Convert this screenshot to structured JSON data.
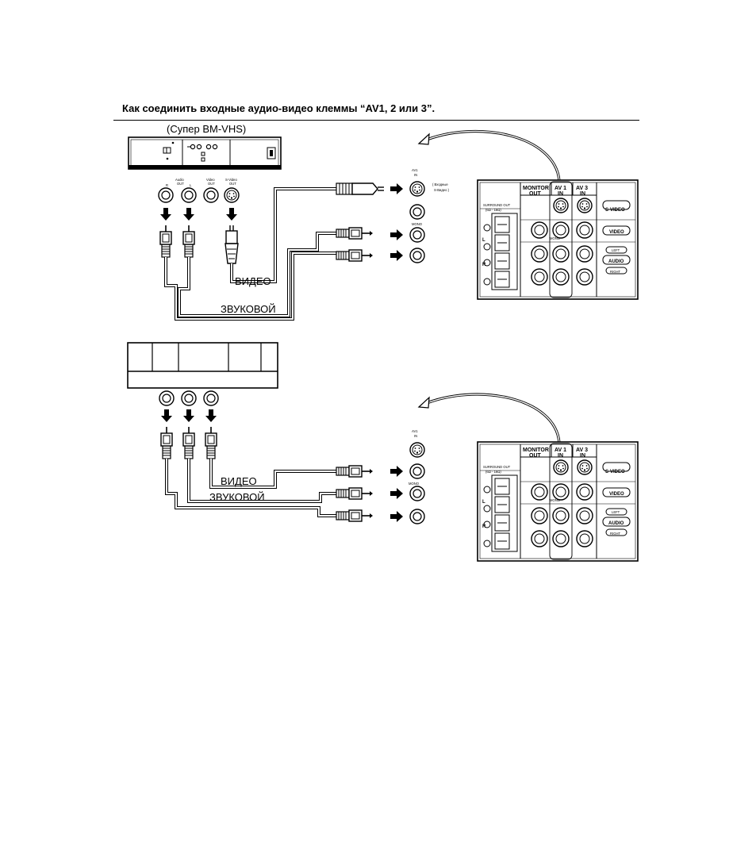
{
  "title": "Как соединить входные аудио-видео клеммы “AV1, 2 или 3”.",
  "diagram1": {
    "device_label": "(Супер ВМ-VHS)",
    "jack_labels": {
      "audio_out": "Audio\nOUT",
      "r": "R",
      "l": "L",
      "video_out": "Video\nOUT",
      "svideo_out": "S-Video\nOUT"
    },
    "cable_video": "ВИДЕО",
    "cable_audio": "ЗВУКОВОЙ",
    "av1_in": "AV1\nIN",
    "svideo_note": "( Входные\n  S-Видео )",
    "mono": "MONO"
  },
  "diagram2": {
    "cable_video": "ВИДЕО",
    "cable_audio": "ЗВУКОВОЙ",
    "av1_in": "AV1\nIN",
    "mono": "MONO"
  },
  "panel": {
    "monitor_out": "MONITOR\nOUT",
    "av1_in": "AV 1\nIN",
    "av3_in": "AV 3\nIN",
    "surround_out": "SURROUND OUT\n(6Ω - 16Ω)",
    "svideo": "S-VIDEO",
    "video": "VIDEO",
    "left": "LEFT",
    "audio": "AUDIO",
    "right": "RIGHT",
    "mono": "MONO",
    "l_mark": "L",
    "r_mark": "R"
  }
}
